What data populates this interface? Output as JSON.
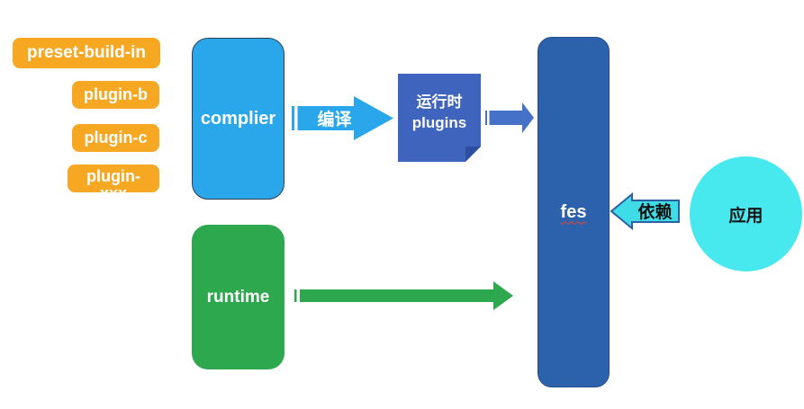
{
  "colors": {
    "orange": "#F6A823",
    "complier_blue": "#29A7EA",
    "complier_border": "#2E3E50",
    "compile_arrow_blue": "#29A7EA",
    "plugins_blue": "#3F64BE",
    "plugins_fold_blue": "#2E4F9F",
    "small_arrow_blue": "#4571C8",
    "fes_blue": "#2C62AC",
    "green": "#2DA84F",
    "depend_fill_cyan": "#3EDCE6",
    "depend_stroke_blue": "#2E5FA3",
    "app_cyan": "#48E9EE",
    "spellcheck_red": "#E8442C"
  },
  "plugin_chips": [
    {
      "label": "preset-build-in"
    },
    {
      "label": "plugin-b"
    },
    {
      "label": "plugin-c"
    },
    {
      "label": "plugin-xxx"
    }
  ],
  "nodes": {
    "complier": {
      "label": "complier"
    },
    "runtime_plugins": {
      "line1": "运行时",
      "line2": "plugins"
    },
    "fes": {
      "label": "fes"
    },
    "runtime": {
      "label": "runtime"
    },
    "app": {
      "label": "应用"
    }
  },
  "arrows": {
    "compile": {
      "label": "编译"
    },
    "depend": {
      "label": "依赖"
    }
  }
}
